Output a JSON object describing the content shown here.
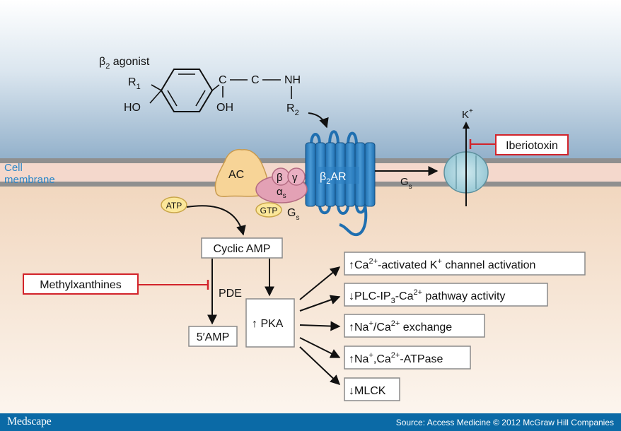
{
  "molecule": {
    "label_main": "β",
    "label_sub": "2",
    "label_rest": " agonist",
    "r1_main": "R",
    "r1_sub": "1",
    "ho": "HO",
    "c1": "C",
    "c2": "C",
    "nh": "NH",
    "oh": "OH",
    "r2_main": "R",
    "r2_sub": "2"
  },
  "membrane": {
    "label_line1": "Cell",
    "label_line2": "membrane"
  },
  "proteins": {
    "ac": "AC",
    "beta": "β",
    "gamma": "γ",
    "alpha_main": "α",
    "alpha_sub": "s",
    "gtp": "GTP",
    "gs_main": "G",
    "gs_sub": "s",
    "receptor_main": "β",
    "receptor_sub": "2",
    "receptor_rest": "AR",
    "atp": "ATP",
    "gs_arrow_main": "G",
    "gs_arrow_sub": "s",
    "k_main": "K",
    "k_sup": "+"
  },
  "inhibitors": {
    "iberiotoxin": "Iberiotoxin",
    "methylxanthines": "Methylxanthines"
  },
  "pathway": {
    "cyclic_amp": "Cyclic AMP",
    "pde": "PDE",
    "amp5": "5′AMP",
    "pka": "PKA"
  },
  "effects": {
    "e1": {
      "a": "Ca",
      "sup1": "2+",
      "b": "-activated K",
      "sup2": "+",
      "c": " channel activation"
    },
    "e2": {
      "a": "PLC-IP",
      "sub1": "3",
      "b": "-Ca",
      "sup1": "2+",
      "c": " pathway activity"
    },
    "e3": {
      "a": "Na",
      "sup1": "+",
      "b": "/Ca",
      "sup2": "2+",
      "c": " exchange"
    },
    "e4": {
      "a": "Na",
      "sup1": "+",
      "b": ",Ca",
      "sup2": "2+",
      "c": "-ATPase"
    },
    "e5": {
      "a": "MLCK"
    }
  },
  "footer": {
    "brand": "Medscape",
    "credit": "Source: Access Medicine © 2012 McGraw Hill Companies"
  },
  "colors": {
    "sky_top": "#ffffff",
    "sky_bottom": "#94b2cc",
    "membrane_line": "#8e8e8e",
    "membrane_fill": "#f5d8cc",
    "cytoplasm_top": "#f2d9c2",
    "cytoplasm_bottom": "#fbf3ec",
    "receptor": "#2d7fc1",
    "ac_fill": "#f8d79a",
    "g_protein": "#e4a2b6",
    "channel": "#a9d3dd",
    "inhibitor_red": "#d2232a",
    "footer": "#0b6aa6"
  }
}
